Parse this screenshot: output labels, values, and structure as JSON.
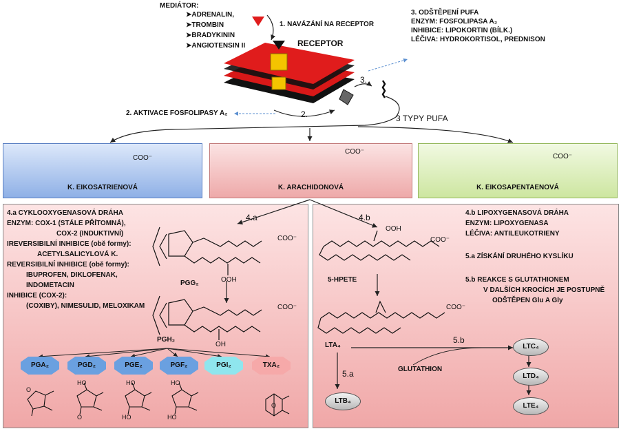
{
  "mediator": {
    "title": "MEDIÁTOR:",
    "items": [
      "➤ADRENALIN,",
      "➤TROMBIN",
      "➤BRADYKININ",
      "➤ANGIOTENSIN II"
    ]
  },
  "steps": {
    "s1": "1. NAVÁZÁNÍ NA RECEPTOR",
    "receptor": "RECEPTOR",
    "s2": "2. AKTIVACE FOSFOLIPASY A₂",
    "s2_short": "2.",
    "s3_short": "3.",
    "s3_title": "3. ODŠTĚPENÍ PUFA",
    "s3_enzym": "ENZYM: FOSFOLIPASA A₂",
    "s3_inhib": "INHIBICE: LIPOKORTIN (BÍLK.)",
    "s3_leciva": "LÉČIVA:  HYDROKORTISOL, PREDNISON",
    "typy": "3 TYPY PUFA"
  },
  "acids": [
    {
      "name": "K. EIKOSATRIENOVÁ",
      "label": "COO⁻",
      "color": "#9ab9ea"
    },
    {
      "name": "K. ARACHIDONOVÁ",
      "label": "COO⁻",
      "color": "#f2b3b3"
    },
    {
      "name": "K. EIKOSAPENTAENOVÁ",
      "label": "COO⁻",
      "color": "#d6ecb0"
    }
  ],
  "cox": {
    "title": "4.a CYKLOOXYGENASOVÁ DRÁHA",
    "lines": [
      "ENZYM: COX-1 (STÁLE PŘÍTOMNÁ),",
      "COX-2 (INDUKTIVNÍ)",
      "IREVERSIBILNÍ INHIBICE (obě formy):",
      "ACETYLSALICYLOVÁ K.",
      "REVERSIBILNÍ INHIBICE (obě formy):",
      "IBUPROFEN, DIKLOFENAK,",
      "INDOMETACIN",
      "INHIBICE (COX-2):",
      "(COXIBY), NIMESULID, MELOXIKAM"
    ],
    "arrow_label": "4.a",
    "pgg": "PGG₂",
    "pgh": "PGH₂",
    "ooh": "OOH",
    "oh": "OH",
    "coo": "COO⁻",
    "products": [
      {
        "label": "PGA₂",
        "color": "#6aa0e0"
      },
      {
        "label": "PGD₂",
        "color": "#6aa0e0"
      },
      {
        "label": "PGE₂",
        "color": "#6aa0e0"
      },
      {
        "label": "PGF₂",
        "color": "#6aa0e0"
      },
      {
        "label": "PGI₂",
        "color": "#8fe6ee"
      },
      {
        "label": "TXA₂",
        "color": "#f6a9a9"
      }
    ],
    "struct_labels": {
      "o": "O",
      "ho": "HO"
    }
  },
  "lox": {
    "arrow_label": "4.b",
    "title": "4.b LIPOXYGENASOVÁ DRÁHA",
    "enzym": "ENZYM: LIPOXYGENASA",
    "leciva": "LÉČIVA: ANTILEUKOTRIENY",
    "s5a": "5.a ZÍSKÁNÍ DRUHÉHO KYSLÍKU",
    "s5b_1": "5.b REAKCE S GLUTATHIONEM",
    "s5b_2": "V DALŠÍCH KROCÍCH JE POSTUPNĚ",
    "s5b_3": "ODŠTĚPEN Glu A Gly",
    "hpete": "5-HPETE",
    "ooh": "OOH",
    "coo": "COO⁻",
    "lta": "LTA₄",
    "ltb": "LTB₄",
    "ltc": "LTC₄",
    "ltd": "LTD₄",
    "lte": "LTE₄",
    "glutathion": "GLUTATHION",
    "label_5a": "5.a",
    "label_5b": "5.b"
  }
}
